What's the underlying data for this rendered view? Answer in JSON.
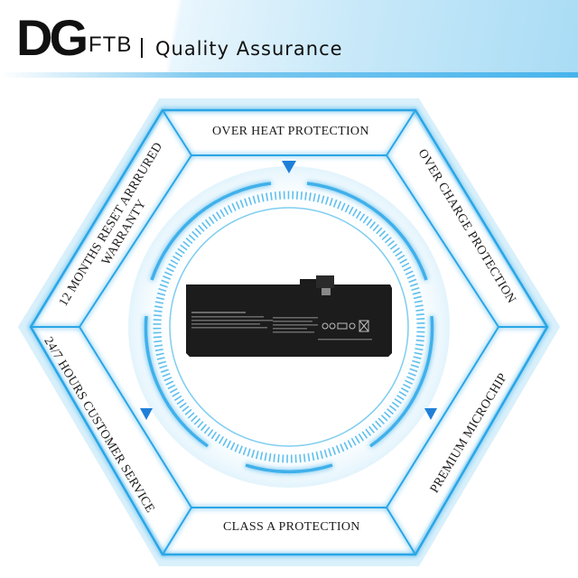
{
  "header": {
    "logo_letters": "DG",
    "logo_suffix": "FTB",
    "tagline": "Quality Assurance"
  },
  "features": {
    "top": "OVER HEAT PROTECTION",
    "upper_right": "OVER CHARGE PROTECTION",
    "lower_right": "PREMIUM MICROCHIP",
    "bottom": "CLASS A PROTECTION",
    "lower_left": "24/7 HOURS CUSTOMER SERVICE",
    "upper_left_line1": "12 MONTHS RESET ARRRURED",
    "upper_left_line2": "WARRANTY"
  },
  "colors": {
    "frame": "#2aa6e6",
    "glow": "#bfe6fa",
    "arrow": "#1f7fd8",
    "battery": "#1c1c1c"
  },
  "icons": [
    "dg-logo",
    "down-arrow-icon",
    "battery-image"
  ]
}
